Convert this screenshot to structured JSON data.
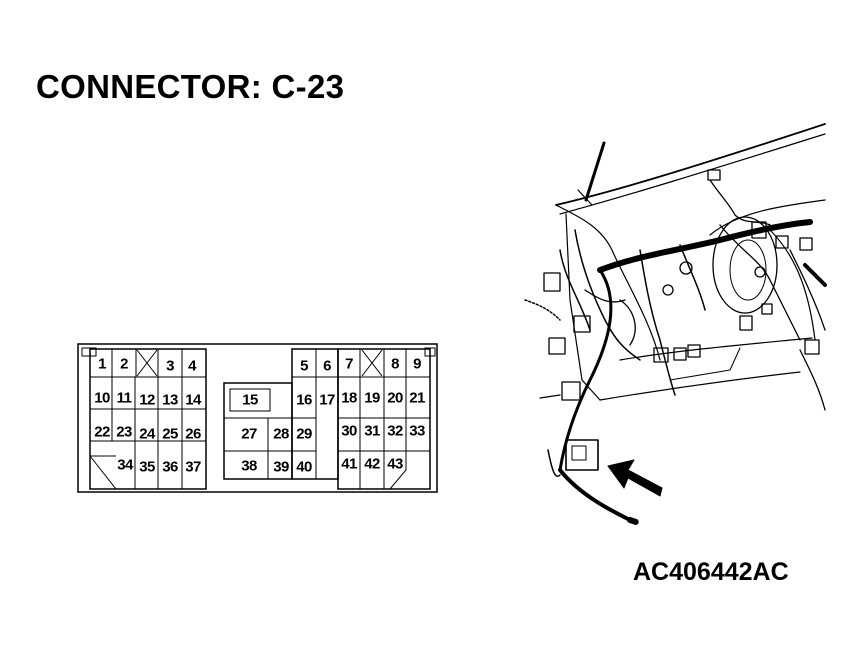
{
  "title": "CONNECTOR: C-23",
  "figure_id": "AC406442AC",
  "connector": {
    "pins": [
      "1",
      "2",
      "3",
      "4",
      "5",
      "6",
      "7",
      "8",
      "9",
      "10",
      "11",
      "12",
      "13",
      "14",
      "15",
      "16",
      "17",
      "18",
      "19",
      "20",
      "21",
      "22",
      "23",
      "24",
      "25",
      "26",
      "27",
      "28",
      "29",
      "30",
      "31",
      "32",
      "33",
      "34",
      "35",
      "36",
      "37",
      "38",
      "39",
      "40",
      "41",
      "42",
      "43"
    ]
  }
}
